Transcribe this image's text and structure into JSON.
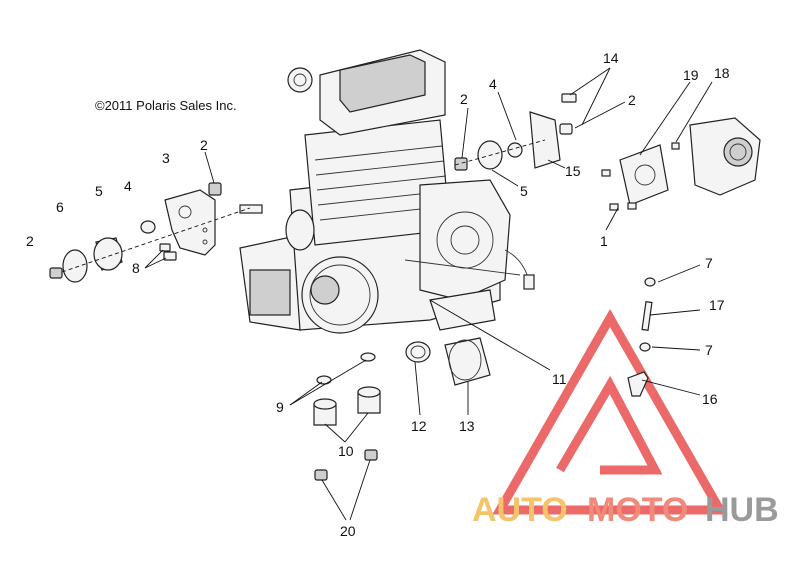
{
  "copyright": "©2011  Polaris Sales Inc.",
  "callouts": [
    {
      "id": "c1",
      "label": "1"
    },
    {
      "id": "c2a",
      "label": "2"
    },
    {
      "id": "c2b",
      "label": "2"
    },
    {
      "id": "c2c",
      "label": "2"
    },
    {
      "id": "c2d",
      "label": "2"
    },
    {
      "id": "c3",
      "label": "3"
    },
    {
      "id": "c4a",
      "label": "4"
    },
    {
      "id": "c4b",
      "label": "4"
    },
    {
      "id": "c5a",
      "label": "5"
    },
    {
      "id": "c5b",
      "label": "5"
    },
    {
      "id": "c6",
      "label": "6"
    },
    {
      "id": "c7a",
      "label": "7"
    },
    {
      "id": "c7b",
      "label": "7"
    },
    {
      "id": "c8",
      "label": "8"
    },
    {
      "id": "c9",
      "label": "9"
    },
    {
      "id": "c10",
      "label": "10"
    },
    {
      "id": "c11",
      "label": "11"
    },
    {
      "id": "c12",
      "label": "12"
    },
    {
      "id": "c13",
      "label": "13"
    },
    {
      "id": "c14",
      "label": "14"
    },
    {
      "id": "c15",
      "label": "15"
    },
    {
      "id": "c16",
      "label": "16"
    },
    {
      "id": "c17",
      "label": "17"
    },
    {
      "id": "c18",
      "label": "18"
    },
    {
      "id": "c19",
      "label": "19"
    },
    {
      "id": "c20",
      "label": "20"
    }
  ],
  "watermark": {
    "part1": "AUTO",
    "part2": "MOTO",
    "part3": "HUB",
    "color_auto": "#f5c36a",
    "color_moto": "#f08a7a",
    "color_hub": "#9a9a9a",
    "logo_color": "#e8514f"
  }
}
